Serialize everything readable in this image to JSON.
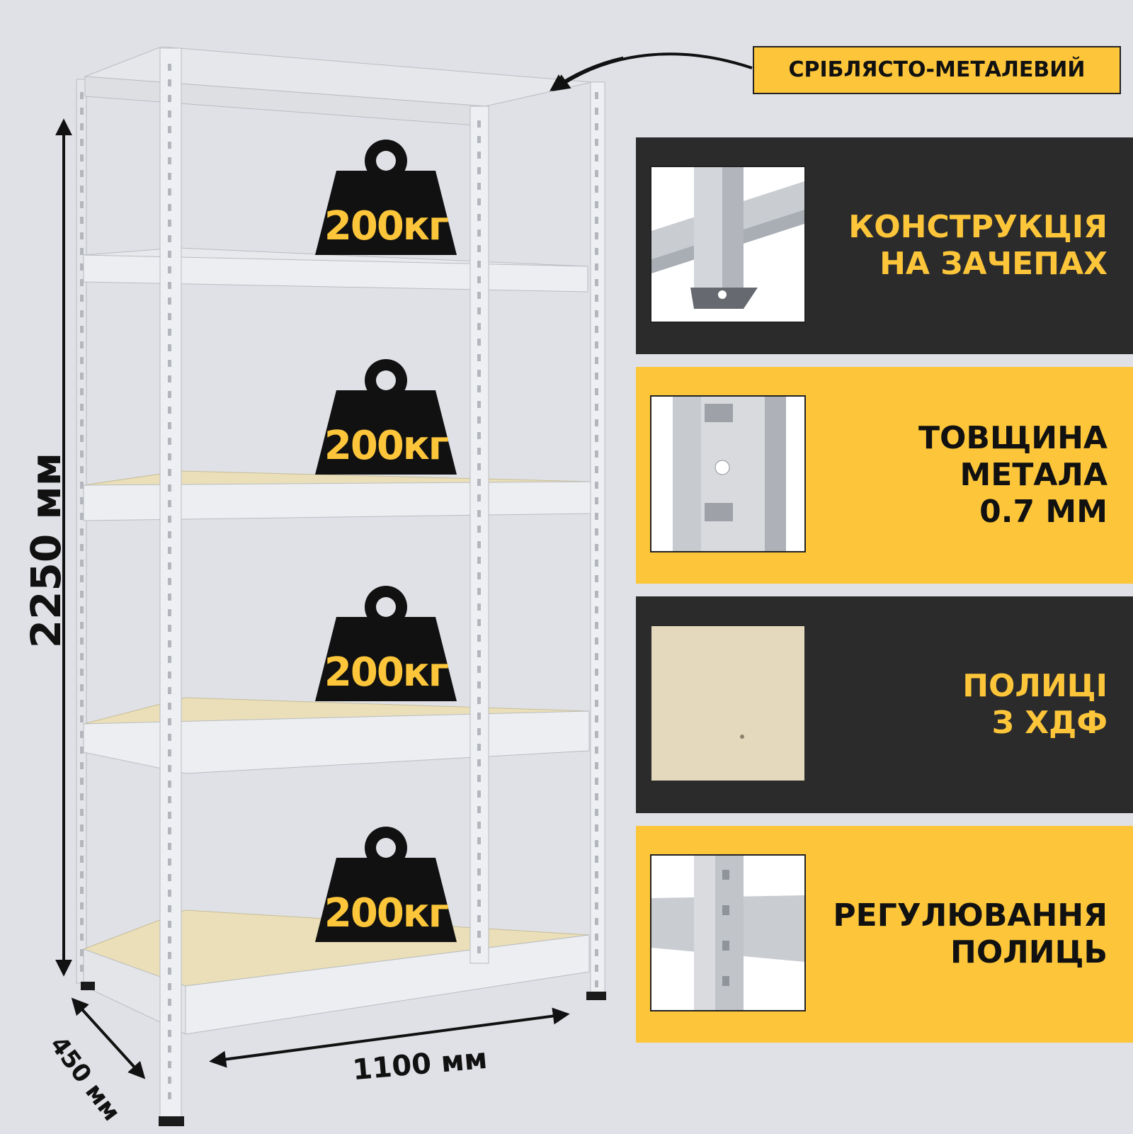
{
  "product": {
    "color_label": "СРІБЛЯСТО-МЕТАЛЕВИЙ",
    "colors": {
      "accent": "#fdc63a",
      "dark": "#2b2b2b",
      "background": "#dfe1e6",
      "frame": "#e9eaec",
      "board": "#eadfb8"
    }
  },
  "dimensions": {
    "height": "2250 мм",
    "width": "1100 мм",
    "depth": "450 мм"
  },
  "shelf_loads": [
    {
      "label": "200кг"
    },
    {
      "label": "200кг"
    },
    {
      "label": "200кг"
    },
    {
      "label": "200кг"
    }
  ],
  "features": [
    {
      "lines": [
        "КОНСТРУКЦІЯ",
        "НА ЗАЧЕПАХ"
      ],
      "icon": "hook-joint-photo"
    },
    {
      "lines": [
        "ТОВЩИНА",
        "МЕТАЛА",
        "0.7 ММ"
      ],
      "icon": "metal-upright-photo"
    },
    {
      "lines": [
        "ПОЛИЦІ",
        "З ХДФ"
      ],
      "icon": "hdf-board-photo"
    },
    {
      "lines": [
        "РЕГУЛЮВАННЯ",
        "ПОЛИЦЬ"
      ],
      "icon": "shelf-adjust-photo"
    }
  ]
}
